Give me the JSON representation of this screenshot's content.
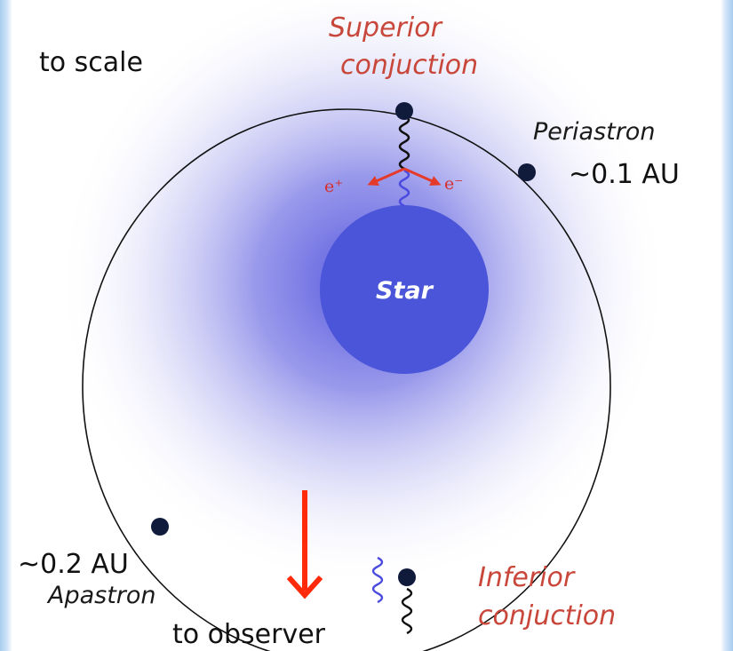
{
  "labels": {
    "scale_note": "to scale",
    "superior_line1": "Superior",
    "superior_line2": "conjuction",
    "periastron": "Periastron",
    "periastron_distance": "~0.1 AU",
    "star": "Star",
    "positron": "e⁺",
    "electron": "e⁻",
    "apastron_distance": "~0.2 AU",
    "apastron": "Apastron",
    "inferior_line1": "Inferior",
    "inferior_line2": "conjuction",
    "observer": "to observer"
  },
  "colors": {
    "star_fill": "#4a55d9",
    "glow": "#5a5ae0",
    "accent_red": "#c8473a",
    "arrow_red": "#ff2a0a",
    "photon_blue": "#4b4be0",
    "orbit_point": "#101a3a"
  }
}
